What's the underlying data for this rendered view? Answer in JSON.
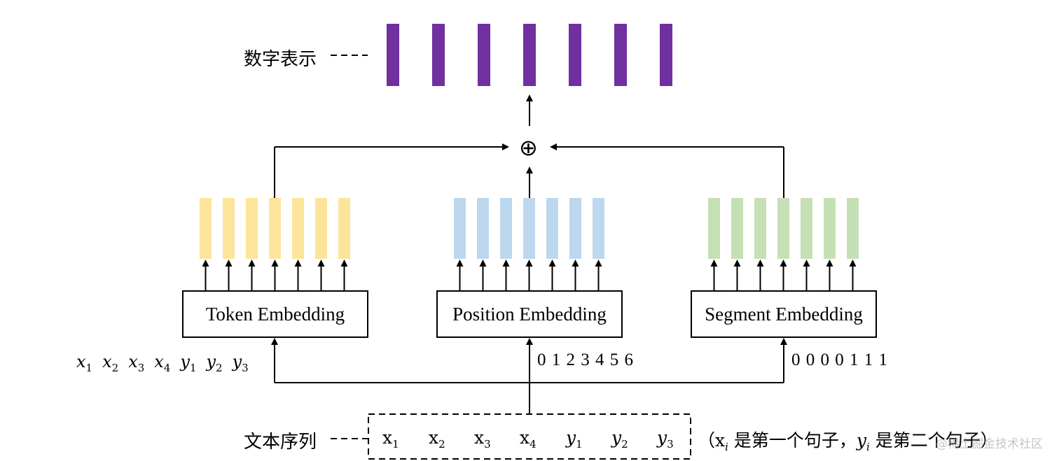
{
  "labels": {
    "numeric_repr": "数字表示",
    "text_seq": "文本序列",
    "plus_symbol": "⊕"
  },
  "embeddings": {
    "token": {
      "label": "Token Embedding",
      "color": "#fce59a",
      "bars": 7
    },
    "position": {
      "label": "Position Embedding",
      "color": "#bdd7ee",
      "bars": 7
    },
    "segment": {
      "label": "Segment Embedding",
      "color": "#c5e0b4",
      "bars": 7
    }
  },
  "output": {
    "color": "#7030a0",
    "bars": 7
  },
  "token_input": {
    "tokens": [
      {
        "base": "x",
        "sub": "1"
      },
      {
        "base": "x",
        "sub": "2"
      },
      {
        "base": "x",
        "sub": "3"
      },
      {
        "base": "x",
        "sub": "4"
      },
      {
        "base": "y",
        "sub": "1"
      },
      {
        "base": "y",
        "sub": "2"
      },
      {
        "base": "y",
        "sub": "3"
      }
    ]
  },
  "position_input": "0 1 2 3 4 5 6",
  "segment_input": "0 0 0 0 1 1 1",
  "sequence": {
    "tokens": [
      {
        "base": "x",
        "sub": "1"
      },
      {
        "base": "x",
        "sub": "2"
      },
      {
        "base": "x",
        "sub": "3"
      },
      {
        "base": "x",
        "sub": "4"
      },
      {
        "base": "y",
        "sub": "1"
      },
      {
        "base": "y",
        "sub": "2"
      },
      {
        "base": "y",
        "sub": "3"
      }
    ],
    "note": {
      "open": "（",
      "x_base": "x",
      "x_sub": "i",
      "x_text": "是第一个句子，",
      "y_base": "y",
      "y_sub": "i",
      "y_text": "是第二个句子）"
    }
  },
  "watermark": "@稀土掘金技术社区"
}
